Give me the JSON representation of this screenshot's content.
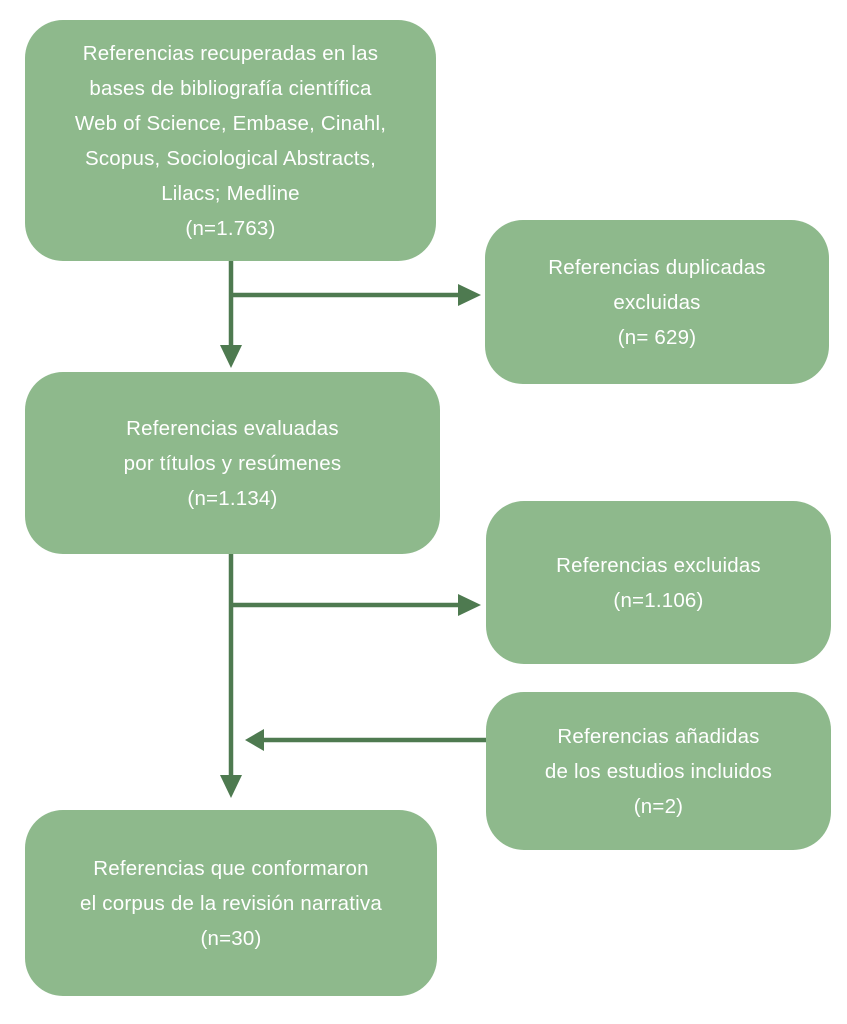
{
  "figure": {
    "type": "flow-diagram",
    "language": "es",
    "colors": {
      "box_fill": "#8eb98c",
      "arrow": "#4e7a50",
      "text": "#ffffff",
      "background": "#ffffff"
    },
    "boxes": [
      {
        "id": "retrieved-references",
        "lines": [
          "Referencias recuperadas en las",
          "bases de bibliografía científica",
          "Web of Science, Embase, Cinahl,",
          "Scopus, Sociological Abstracts,",
          "Lilacs; Medline",
          "(n=1.763)"
        ],
        "n": "1.763"
      },
      {
        "id": "duplicates-excluded",
        "lines": [
          "Referencias duplicadas",
          "excluidas",
          "(n= 629)"
        ],
        "n": "629"
      },
      {
        "id": "evaluated-references",
        "lines": [
          "Referencias evaluadas",
          "por títulos y resúmenes",
          "(n=1.134)"
        ],
        "n": "1.134"
      },
      {
        "id": "excluded-references",
        "lines": [
          "Referencias excluidas",
          "(n=1.106)"
        ],
        "n": "1.106"
      },
      {
        "id": "added-references",
        "lines": [
          "Referencias añadidas",
          "de los estudios incluidos",
          "(n=2)"
        ],
        "n": "2"
      },
      {
        "id": "final-corpus",
        "lines": [
          "Referencias que conformaron",
          "el corpus de la revisión narrativa",
          "(n=30)"
        ],
        "n": "30"
      }
    ],
    "connectors": [
      {
        "from": "retrieved-references",
        "to": "evaluated-references",
        "direction": "down"
      },
      {
        "from": "retrieved-references",
        "to": "duplicates-excluded",
        "direction": "right"
      },
      {
        "from": "evaluated-references",
        "to": "final-corpus",
        "direction": "down"
      },
      {
        "from": "evaluated-references",
        "to": "excluded-references",
        "direction": "right"
      },
      {
        "from": "added-references",
        "to": "main-flow",
        "direction": "left"
      }
    ]
  }
}
